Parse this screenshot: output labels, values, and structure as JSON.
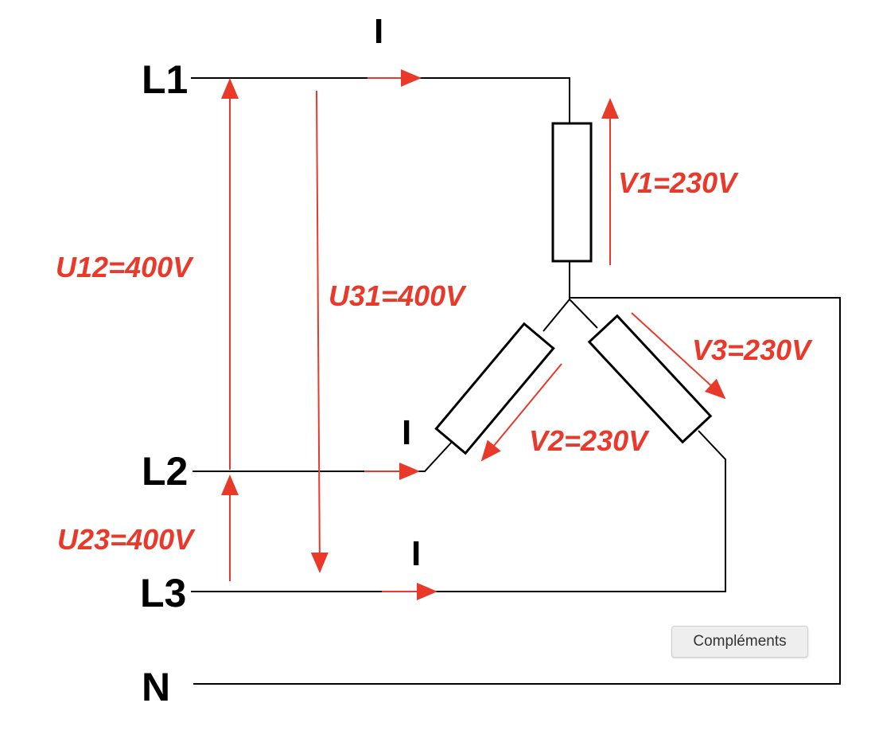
{
  "colors": {
    "annotation": "#e8392b",
    "wire": "#000000"
  },
  "phases": {
    "l1": "L1",
    "l2": "L2",
    "l3": "L3",
    "n": "N"
  },
  "currents": {
    "l1": "I",
    "l2": "I",
    "l3": "I"
  },
  "voltages": {
    "u12": "U12=400V",
    "u31": "U31=400V",
    "u23": "U23=400V",
    "v1": "V1=230V",
    "v2": "V2=230V",
    "v3": "V3=230V"
  },
  "button": {
    "label": "Compléments"
  }
}
